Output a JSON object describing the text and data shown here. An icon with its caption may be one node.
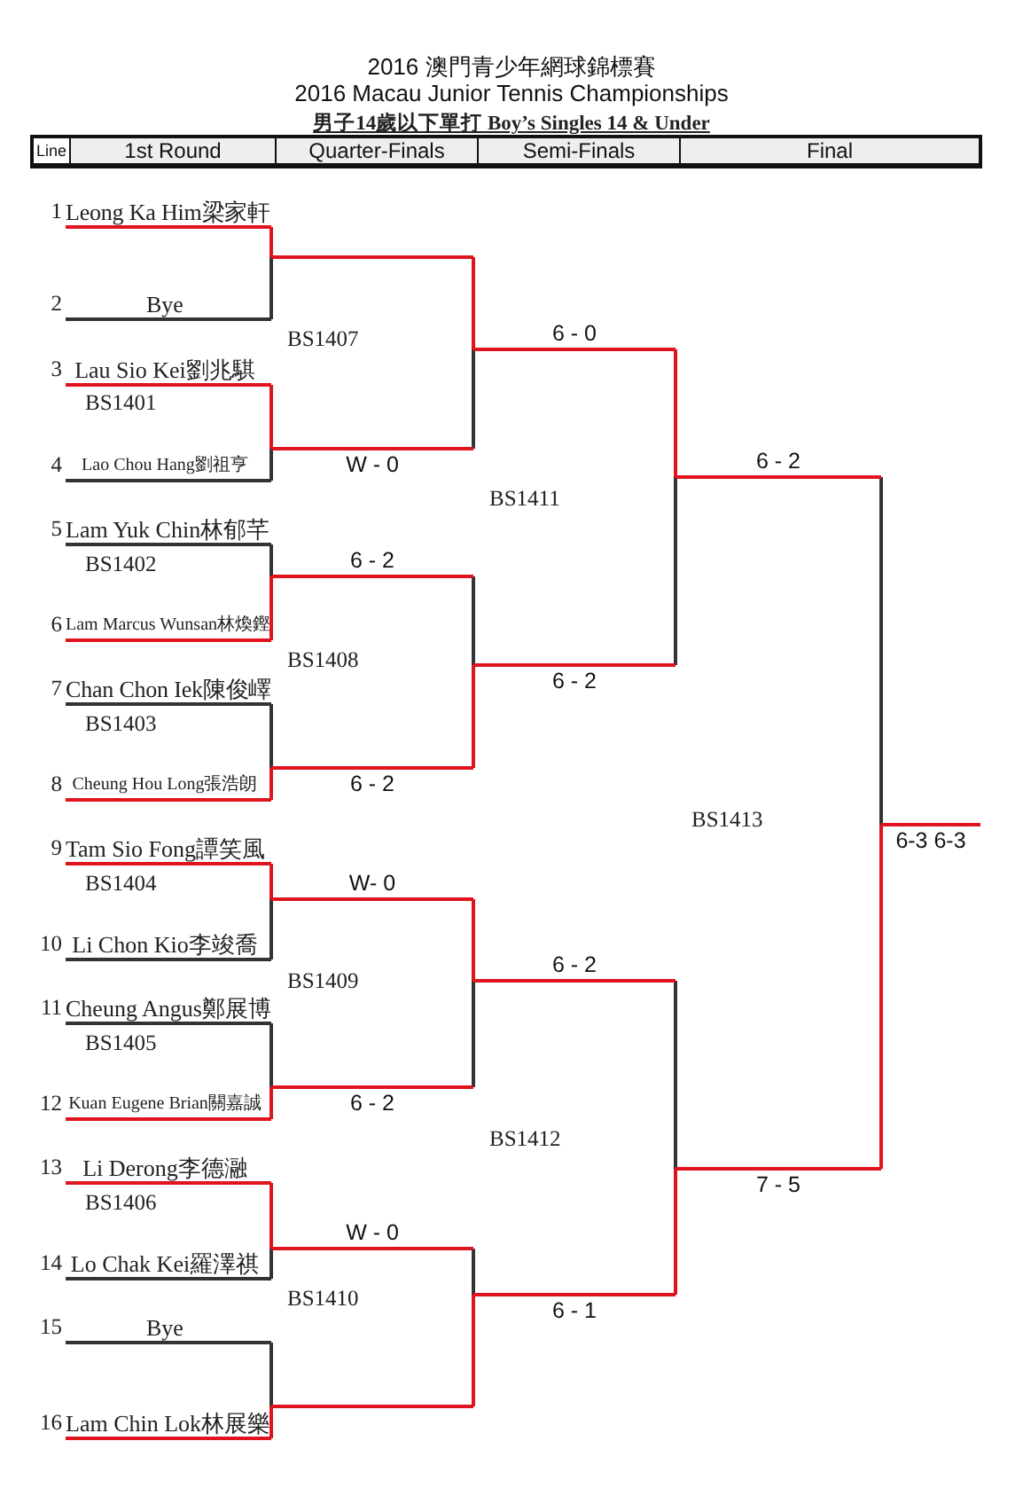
{
  "diagram": {
    "title": "2016 澳門青少年網球錦標賽",
    "nodes": [
      {
        "text": [
          "Leong Ka Him梁家軒"
        ],
        "beside": [
          "1"
        ]
      },
      {
        "text": [
          "Bye"
        ],
        "beside": [
          "2"
        ]
      },
      {
        "text": [
          "Lau Sio Kei劉兆騏"
        ],
        "beside": [
          "3"
        ]
      },
      {
        "text": [
          "Lao Chou Hang劉祖亨"
        ],
        "beside": [
          "4"
        ]
      },
      {
        "text": [
          "Lam Yuk Chin林郁芊"
        ],
        "beside": [
          "5"
        ]
      },
      {
        "text": [
          "Lam Marcus Wunsan林煥鏗"
        ],
        "beside": [
          "6"
        ]
      },
      {
        "text": [
          "Chan Chon Iek陳俊嶧"
        ],
        "beside": [
          "7"
        ]
      },
      {
        "text": [
          "Cheung Hou Long張浩朗"
        ],
        "beside": [
          "8"
        ]
      },
      {
        "text": [
          "Tam Sio Fong譚笑風"
        ],
        "beside": [
          "9"
        ]
      },
      {
        "text": [
          "Li Chon Kio李竣喬"
        ],
        "beside": [
          "10"
        ]
      },
      {
        "text": [
          "Cheung Angus鄭展博"
        ],
        "beside": [
          "11"
        ]
      },
      {
        "text": [
          "Kuan Eugene Brian關嘉誠"
        ],
        "beside": [
          "12"
        ]
      },
      {
        "text": [
          "Li Derong李德瀜"
        ],
        "beside": [
          "13"
        ]
      },
      {
        "text": [
          "Lo Chak Kei羅澤祺"
        ],
        "beside": [
          "14"
        ]
      },
      {
        "text": [
          "Bye"
        ],
        "beside": [
          "15"
        ]
      },
      {
        "text": [
          "Lam Chin Lok林展樂"
        ],
        "beside": [
          "16"
        ]
      },
      {
        "text": [],
        "shape": "bar"
      },
      {
        "text": [
          "W - 0"
        ]
      },
      {
        "text": [
          "6 - 2"
        ]
      },
      {
        "text": [
          "6 - 2"
        ]
      },
      {
        "text": [
          "W- 0"
        ]
      },
      {
        "text": [
          "6 - 2"
        ]
      },
      {
        "text": [
          "W - 0"
        ]
      },
      {
        "text": [],
        "shape": "bar"
      },
      {
        "text": [
          "6 - 0"
        ]
      },
      {
        "text": [
          "6 - 2"
        ]
      },
      {
        "text": [
          "6 - 2"
        ]
      },
      {
        "text": [
          "6 - 1"
        ]
      },
      {
        "text": [
          "6 - 2"
        ]
      },
      {
        "text": [
          "7 - 5"
        ]
      },
      {
        "text": [
          "6-3 6-3"
        ]
      }
    ],
    "edges": [
      {
        "from": 0,
        "to": 16,
        "arrow": "none",
        "color": "#e0141e"
      },
      {
        "from": 1,
        "to": 16,
        "arrow": "none",
        "color": "#333333"
      },
      {
        "from": 2,
        "to": 17,
        "arrow": "none",
        "color": "#e0141e"
      },
      {
        "from": 3,
        "to": 17,
        "arrow": "none",
        "color": "#333333"
      },
      {
        "from": 4,
        "to": 18,
        "arrow": "none",
        "color": "#333333"
      },
      {
        "from": 5,
        "to": 18,
        "arrow": "none",
        "color": "#e0141e"
      },
      {
        "from": 6,
        "to": 19,
        "arrow": "none",
        "color": "#333333"
      },
      {
        "from": 7,
        "to": 19,
        "arrow": "none",
        "color": "#e0141e"
      },
      {
        "from": 8,
        "to": 20,
        "arrow": "none",
        "color": "#e0141e"
      },
      {
        "from": 9,
        "to": 20,
        "arrow": "none",
        "color": "#333333"
      },
      {
        "from": 10,
        "to": 21,
        "arrow": "none",
        "color": "#333333"
      },
      {
        "from": 11,
        "to": 21,
        "arrow": "none",
        "color": "#e0141e"
      },
      {
        "from": 12,
        "to": 22,
        "arrow": "none",
        "color": "#e0141e"
      },
      {
        "from": 13,
        "to": 22,
        "arrow": "none",
        "color": "#333333"
      },
      {
        "from": 14,
        "to": 23,
        "arrow": "none",
        "color": "#333333"
      },
      {
        "from": 15,
        "to": 23,
        "arrow": "none",
        "color": "#e0141e"
      },
      {
        "from": 16,
        "to": 24,
        "arrow": "none",
        "color": "#e0141e"
      },
      {
        "from": 17,
        "to": 24,
        "arrow": "none",
        "color": "#333333"
      },
      {
        "from": 18,
        "to": 25,
        "arrow": "none",
        "color": "#333333"
      },
      {
        "from": 19,
        "to": 25,
        "arrow": "none",
        "color": "#e0141e"
      },
      {
        "from": 20,
        "to": 26,
        "arrow": "none",
        "color": "#e0141e"
      },
      {
        "from": 21,
        "to": 26,
        "arrow": "none",
        "color": "#333333"
      },
      {
        "from": 22,
        "to": 27,
        "arrow": "none",
        "color": "#333333"
      },
      {
        "from": 23,
        "to": 27,
        "arrow": "none",
        "color": "#e0141e"
      },
      {
        "from": 24,
        "to": 28,
        "arrow": "none",
        "color": "#e0141e"
      },
      {
        "from": 25,
        "to": 28,
        "arrow": "none",
        "color": "#333333"
      },
      {
        "from": 26,
        "to": 29,
        "arrow": "none",
        "color": "#333333"
      },
      {
        "from": 27,
        "to": 29,
        "arrow": "none",
        "color": "#e0141e"
      },
      {
        "from": 28,
        "to": 30,
        "arrow": "none",
        "color": "#333333"
      },
      {
        "from": 29,
        "to": 30,
        "arrow": "none",
        "color": "#e0141e"
      }
    ],
    "labels": [
      "2016 Macau Junior Tennis Championships",
      "男子14歲以下單打 Boy’s Singles 14 & Under",
      "Line",
      "1st Round",
      "Quarter-Finals",
      "Semi-Finals",
      "Final",
      "BS1401",
      "BS1402",
      "BS1403",
      "BS1404",
      "BS1405",
      "BS1406",
      "BS1407",
      "BS1408",
      "BS1409",
      "BS1410",
      "BS1411",
      "BS1412",
      "BS1413"
    ]
  }
}
